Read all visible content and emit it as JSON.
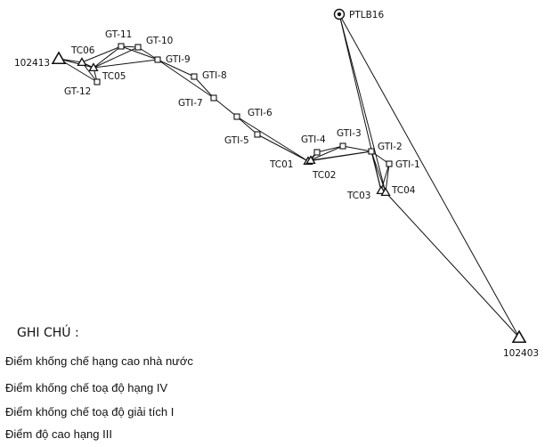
{
  "points": {
    "102413": {
      "label": "102413",
      "type": "triangle"
    },
    "TC06": {
      "label": "TC06",
      "type": "triangle-small"
    },
    "TC05": {
      "label": "TC05",
      "type": "triangle-small"
    },
    "GT12": {
      "label": "GT-12",
      "type": "square"
    },
    "GT11": {
      "label": "GT-11",
      "type": "square"
    },
    "GT10": {
      "label": "GT-10",
      "type": "square"
    },
    "GTI9": {
      "label": "GTI-9",
      "type": "square"
    },
    "GTI8": {
      "label": "GTI-8",
      "type": "square"
    },
    "GTI7": {
      "label": "GTI-7",
      "type": "square"
    },
    "GTI6": {
      "label": "GTI-6",
      "type": "square"
    },
    "GTI5": {
      "label": "GTI-5",
      "type": "square"
    },
    "TC01": {
      "label": "TC01",
      "type": "triangle-small"
    },
    "TC02": {
      "label": "TC02",
      "type": "triangle-small"
    },
    "GTI4": {
      "label": "GTI-4",
      "type": "square"
    },
    "GTI3": {
      "label": "GTI-3",
      "type": "square"
    },
    "GTI2": {
      "label": "GTI-2",
      "type": "square"
    },
    "GTI1": {
      "label": "GTI-1",
      "type": "square"
    },
    "TC03": {
      "label": "TC03",
      "type": "triangle-small"
    },
    "TC04": {
      "label": "TC04",
      "type": "triangle-small"
    },
    "PTLB16": {
      "label": "PTLB16",
      "type": "circle"
    },
    "102403": {
      "label": "102403",
      "type": "triangle"
    }
  },
  "edges": [
    [
      "102413",
      "TC06"
    ],
    [
      "102413",
      "TC05"
    ],
    [
      "102413",
      "GT12"
    ],
    [
      "TC06",
      "TC05"
    ],
    [
      "TC06",
      "GT12"
    ],
    [
      "TC05",
      "GT12"
    ],
    [
      "TC06",
      "GT11"
    ],
    [
      "TC05",
      "GT11"
    ],
    [
      "GT11",
      "GT10"
    ],
    [
      "GT11",
      "GTI9"
    ],
    [
      "GT10",
      "GTI9"
    ],
    [
      "TC05",
      "GTI9"
    ],
    [
      "TC05",
      "GT10"
    ],
    [
      "GTI9",
      "GTI8"
    ],
    [
      "GTI8",
      "GTI7"
    ],
    [
      "GTI9",
      "GTI7"
    ],
    [
      "GTI7",
      "GTI6"
    ],
    [
      "GTI6",
      "GTI5"
    ],
    [
      "GTI5",
      "TC01"
    ],
    [
      "GTI6",
      "TC01"
    ],
    [
      "TC01",
      "TC02"
    ],
    [
      "TC01",
      "GTI4"
    ],
    [
      "TC02",
      "GTI4"
    ],
    [
      "GTI4",
      "GTI3"
    ],
    [
      "TC01",
      "GTI3"
    ],
    [
      "GTI3",
      "GTI2"
    ],
    [
      "TC02",
      "GTI2"
    ],
    [
      "TC01",
      "GTI2"
    ],
    [
      "GTI2",
      "GTI1"
    ],
    [
      "GTI2",
      "TC03"
    ],
    [
      "GTI2",
      "TC04"
    ],
    [
      "GTI1",
      "TC03"
    ],
    [
      "GTI1",
      "TC04"
    ],
    [
      "TC03",
      "TC04"
    ],
    [
      "PTLB16",
      "TC03"
    ],
    [
      "PTLB16",
      "TC04"
    ],
    [
      "PTLB16",
      "102403"
    ],
    [
      "TC04",
      "102403"
    ]
  ],
  "legend": {
    "title": "GHI CHÚ :",
    "items": [
      "Điểm khống chế hạng cao nhà nước",
      "Điểm khống chế toạ độ hạng IV",
      "Điểm khống chế toạ độ giải tích I",
      "Điểm độ cao hạng III"
    ]
  }
}
